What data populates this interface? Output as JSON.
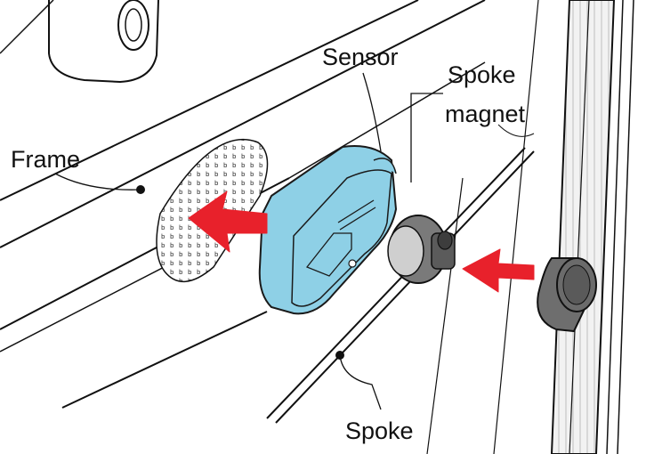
{
  "labels": {
    "sensor": "Sensor",
    "spoke_magnet_line1": "Spoke",
    "spoke_magnet_line2": "magnet",
    "frame": "Frame",
    "spoke": "Spoke"
  },
  "colors": {
    "sensor_body": "#8ed0e6",
    "sensor_outline": "#1a1a1a",
    "arrow": "#e8212b",
    "magnet_body": "#7a7a7a",
    "magnet_face": "#cfcfcf",
    "stripe": "#c8c8c8"
  },
  "icons": {
    "arrow_left_1": "arrow-left",
    "arrow_left_2": "arrow-left"
  }
}
